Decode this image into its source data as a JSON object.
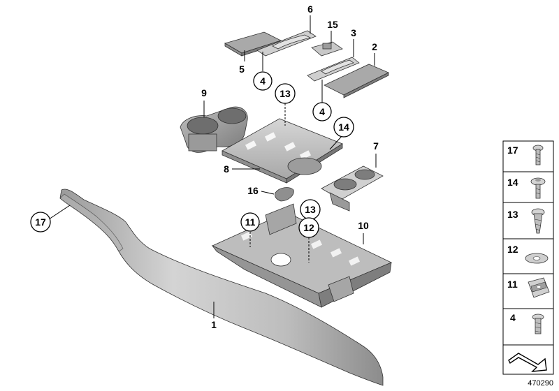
{
  "diagram": {
    "callouts": [
      {
        "id": "c6",
        "label": "6"
      },
      {
        "id": "c15",
        "label": "15"
      },
      {
        "id": "c3",
        "label": "3"
      },
      {
        "id": "c2",
        "label": "2"
      },
      {
        "id": "c5",
        "label": "5"
      },
      {
        "id": "c4a",
        "label": "4"
      },
      {
        "id": "c4b",
        "label": "4"
      },
      {
        "id": "c9",
        "label": "9"
      },
      {
        "id": "c13a",
        "label": "13"
      },
      {
        "id": "c14",
        "label": "14"
      },
      {
        "id": "c7",
        "label": "7"
      },
      {
        "id": "c8",
        "label": "8"
      },
      {
        "id": "c16",
        "label": "16"
      },
      {
        "id": "c17",
        "label": "17"
      },
      {
        "id": "c13b",
        "label": "13"
      },
      {
        "id": "c11",
        "label": "11"
      },
      {
        "id": "c12",
        "label": "12"
      },
      {
        "id": "c10",
        "label": "10"
      },
      {
        "id": "c1",
        "label": "1"
      }
    ],
    "legend": [
      {
        "label": "17",
        "icon": "screw-icon"
      },
      {
        "label": "14",
        "icon": "washer-head-screw-icon"
      },
      {
        "label": "13",
        "icon": "self-tapping-screw-icon"
      },
      {
        "label": "12",
        "icon": "washer-icon"
      },
      {
        "label": "11",
        "icon": "clip-nut-icon"
      },
      {
        "label": "4",
        "icon": "short-screw-icon"
      }
    ],
    "document_number": "470290",
    "colors": {
      "part_fill": "#cfcfcf",
      "part_dark": "#8a8a8a",
      "part_light": "#e6e6e6",
      "line": "#000000"
    }
  }
}
